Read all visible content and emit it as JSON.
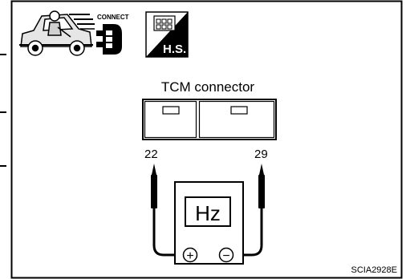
{
  "connect_icon_label": "CONNECT",
  "hs_icon_label": "H.S.",
  "connector_title": "TCM connector",
  "terminal_left": "22",
  "terminal_right": "29",
  "meter_display": "Hz",
  "positive_symbol": "+",
  "negative_symbol": "−",
  "figure_code": "SCIA2928E",
  "icons": [
    "car-mechanic-icon",
    "connector-plug-icon",
    "harness-connector-icon"
  ]
}
